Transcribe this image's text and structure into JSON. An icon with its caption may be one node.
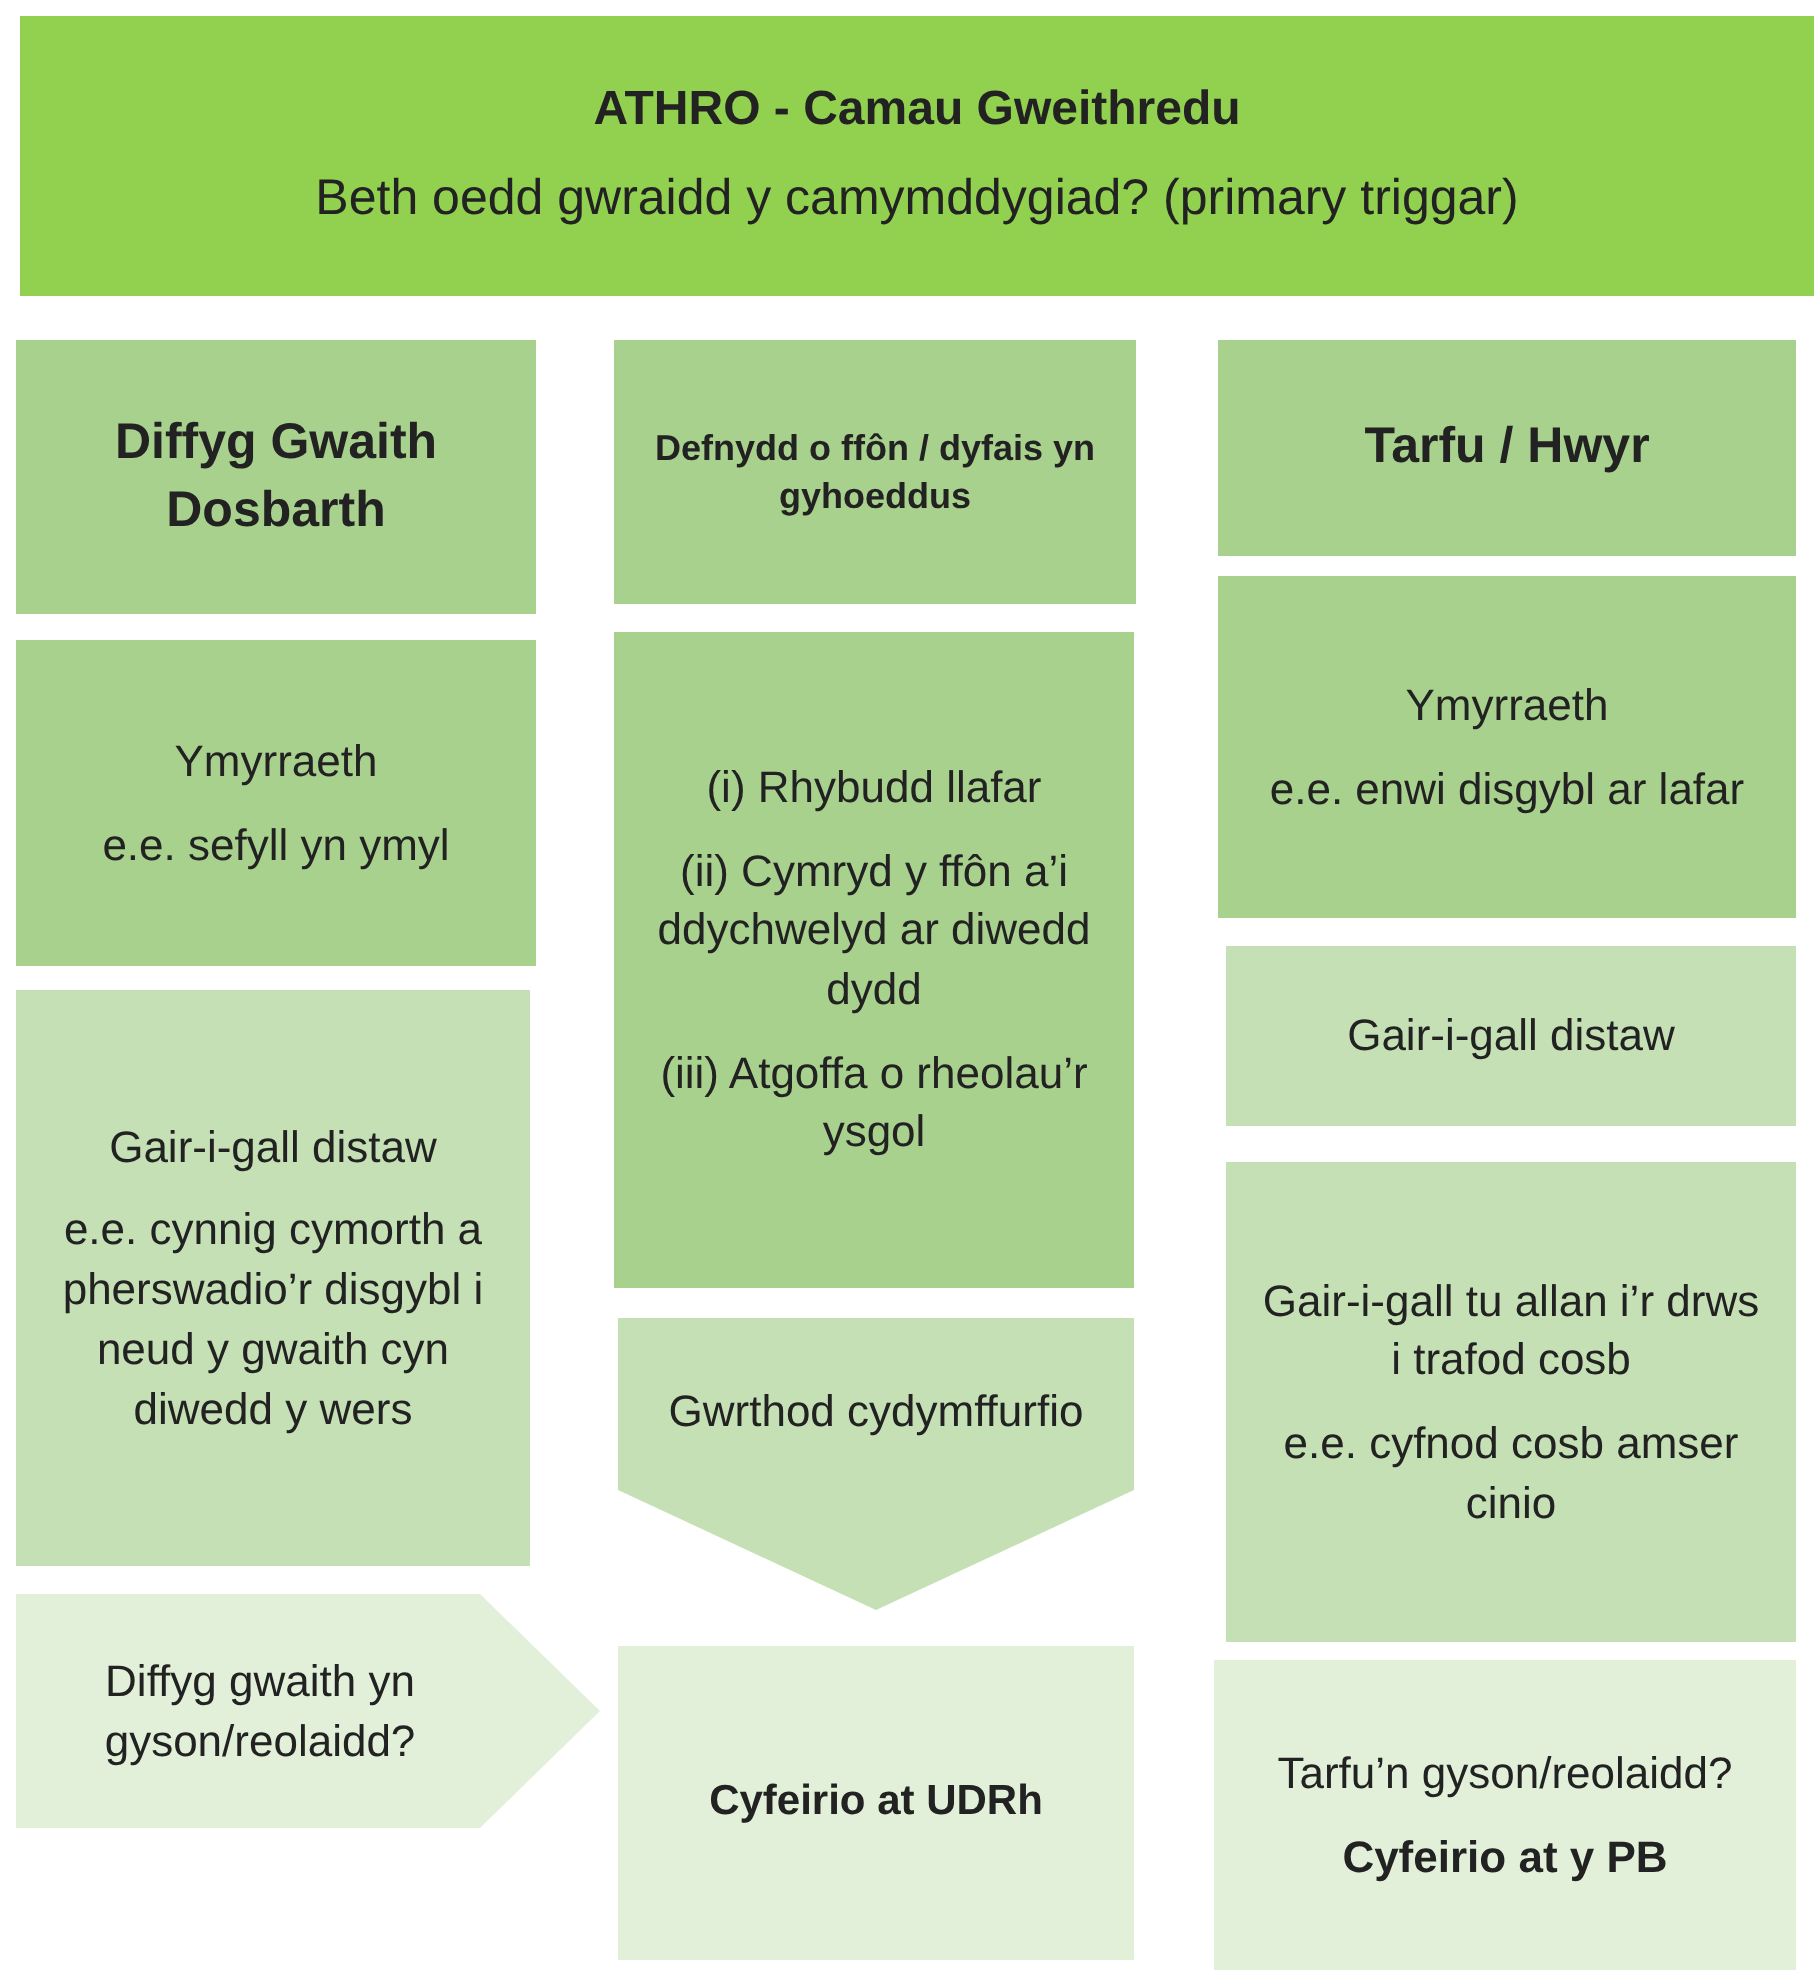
{
  "diagram": {
    "nodes": [
      {
        "text": [
          "ATHRO - Camau Gweithredu",
          "Beth oedd gwraidd y camymddygiad? (primary triggar)"
        ]
      },
      {
        "text": [
          "Diffyg Gwaith Dosbarth"
        ]
      },
      {
        "text": [
          "Ymyrraeth",
          "e.e. sefyll yn ymyl"
        ]
      },
      {
        "text": [
          "Gair-i-gall distaw",
          "e.e. cynnig cymorth a pherswadio’r disgybl i neud y gwaith cyn diwedd y wers"
        ]
      },
      {
        "text": [
          "Diffyg gwaith yn gyson/reolaidd?"
        ]
      },
      {
        "text": [
          "Defnydd o ffôn / dyfais yn gyhoeddus"
        ]
      },
      {
        "text": [
          "(i) Rhybudd llafar",
          "(ii) Cymryd y ffôn a’i ddychwelyd ar diwedd dydd",
          "(iii) Atgoffa o rheolau’r ysgol"
        ]
      },
      {
        "text": [
          "Gwrthod cydymffurfio"
        ]
      },
      {
        "text": [
          "Cyfeirio at UDRh"
        ]
      },
      {
        "text": [
          "Tarfu / Hwyr"
        ]
      },
      {
        "text": [
          "Ymyrraeth",
          "e.e. enwi disgybl ar lafar"
        ]
      },
      {
        "text": [
          "Gair-i-gall distaw"
        ]
      },
      {
        "text": [
          "Gair-i-gall tu allan i’r drws i trafod cosb",
          "e.e. cyfnod  cosb amser cinio"
        ]
      },
      {
        "text": [
          "Tarfu’n gyson/reolaidd?",
          "Cyfeirio at y PB"
        ]
      }
    ]
  }
}
